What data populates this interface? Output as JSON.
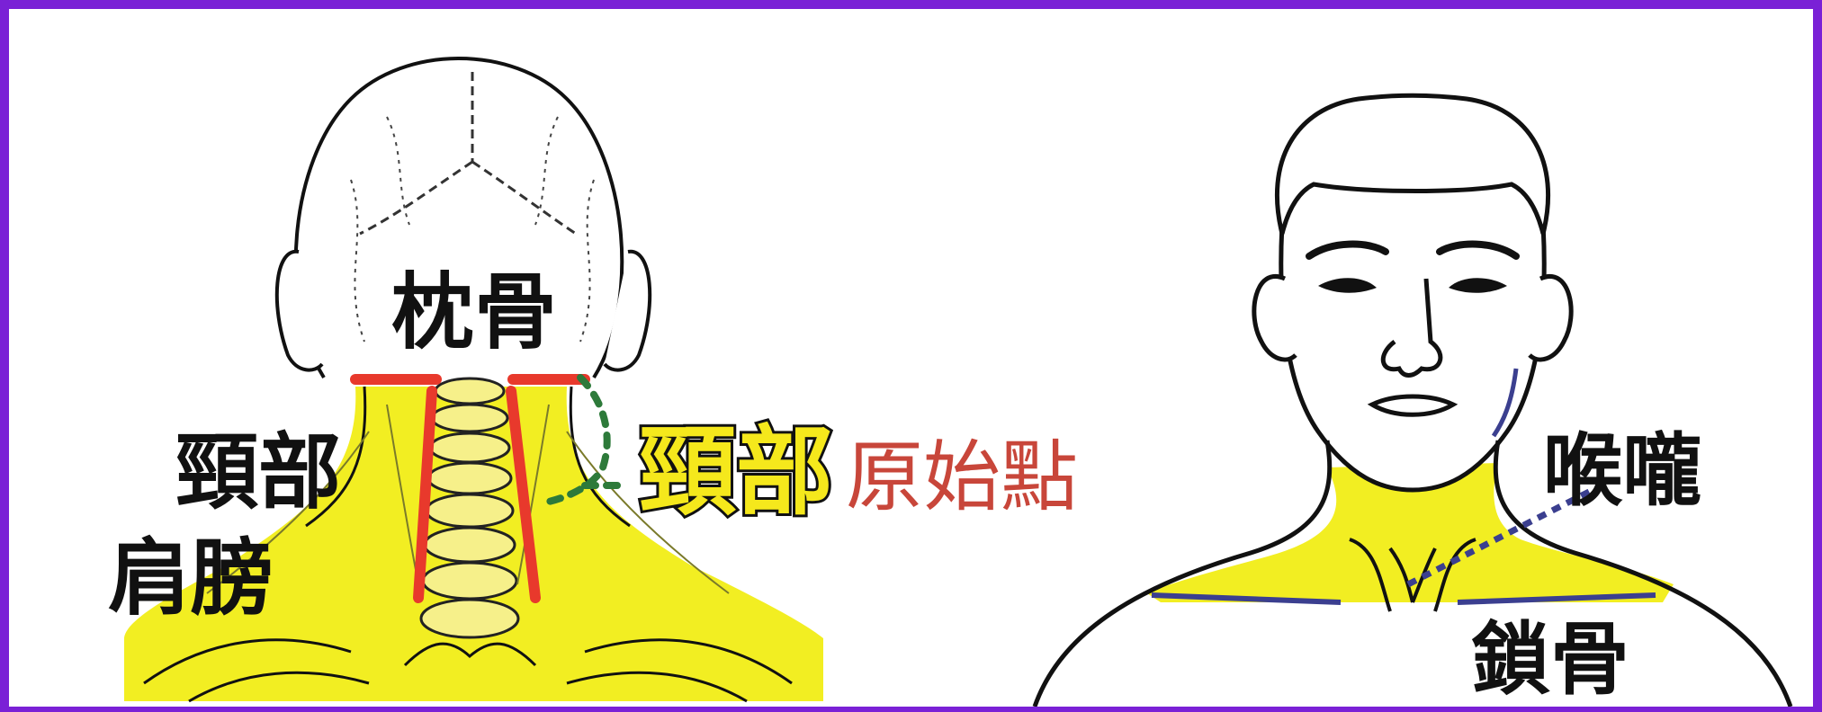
{
  "labels": {
    "occipital": "枕骨",
    "neck": "頸部",
    "shoulder": "肩膀",
    "neck_emphasis": "頸部",
    "origin_point": "原始點",
    "throat": "喉嚨",
    "clavicle": "鎖骨"
  },
  "colors": {
    "frame": "#7a21d6",
    "highlight": "#f2ee22",
    "marker_red": "#e8392c",
    "dotted_green": "#2d7a3a",
    "clavicle_line": "#3b3f8f",
    "origin_text": "#c8463a"
  }
}
